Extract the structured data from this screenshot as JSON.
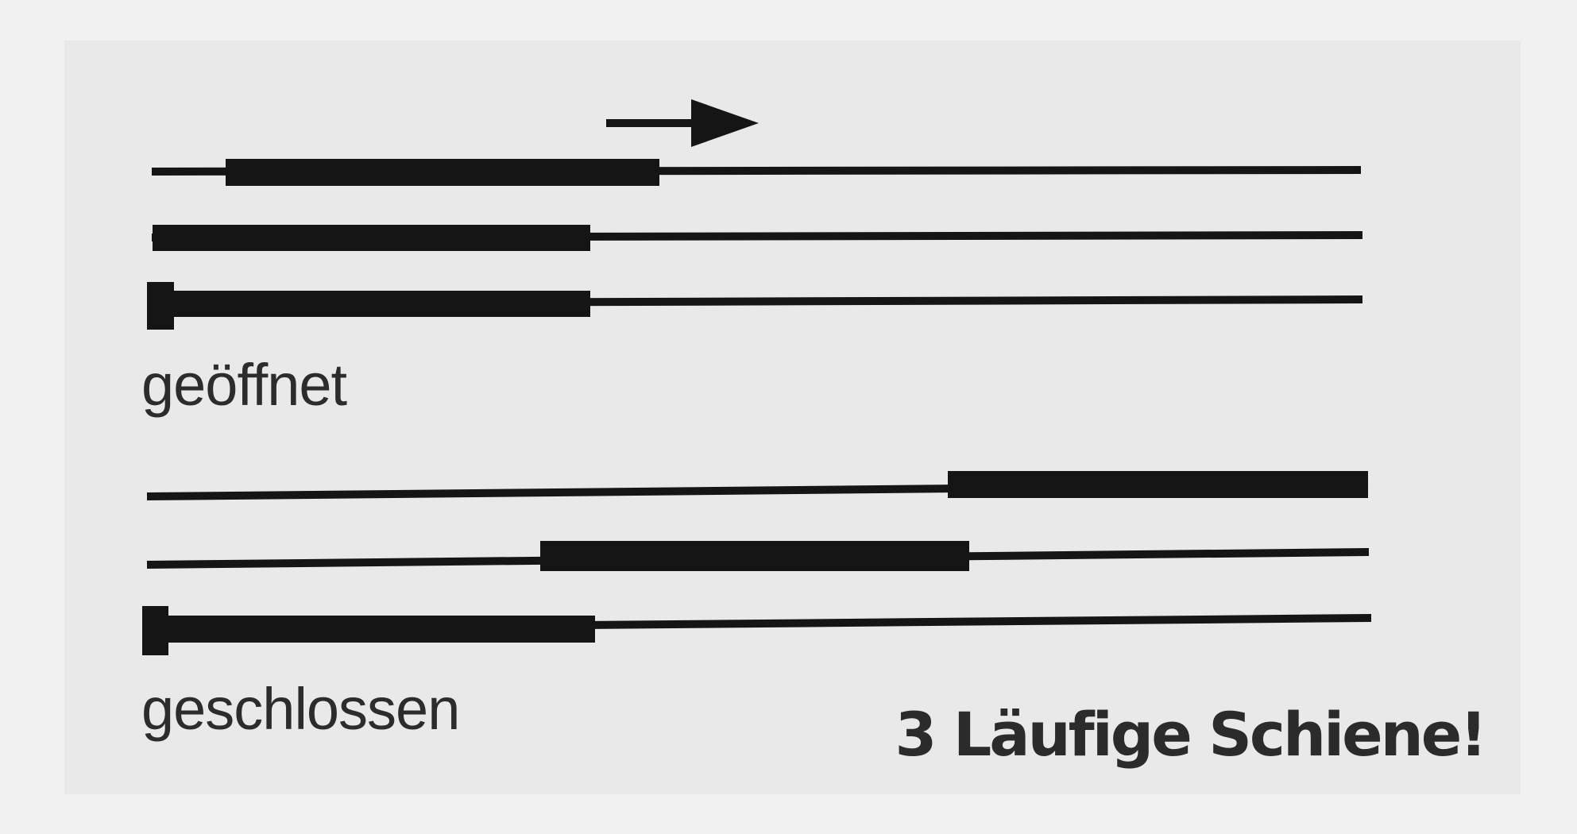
{
  "colors": {
    "background": "#f1f1f1",
    "card": "#e9e9e9",
    "ink": "#151515",
    "label": "#2c2c2c",
    "caption": "#2b2b2b"
  },
  "icons": {
    "direction": "right-arrow-icon"
  },
  "labels": {
    "open": "geöffnet",
    "closed": "geschlossen"
  },
  "caption": "3 Läufige Schiene!"
}
